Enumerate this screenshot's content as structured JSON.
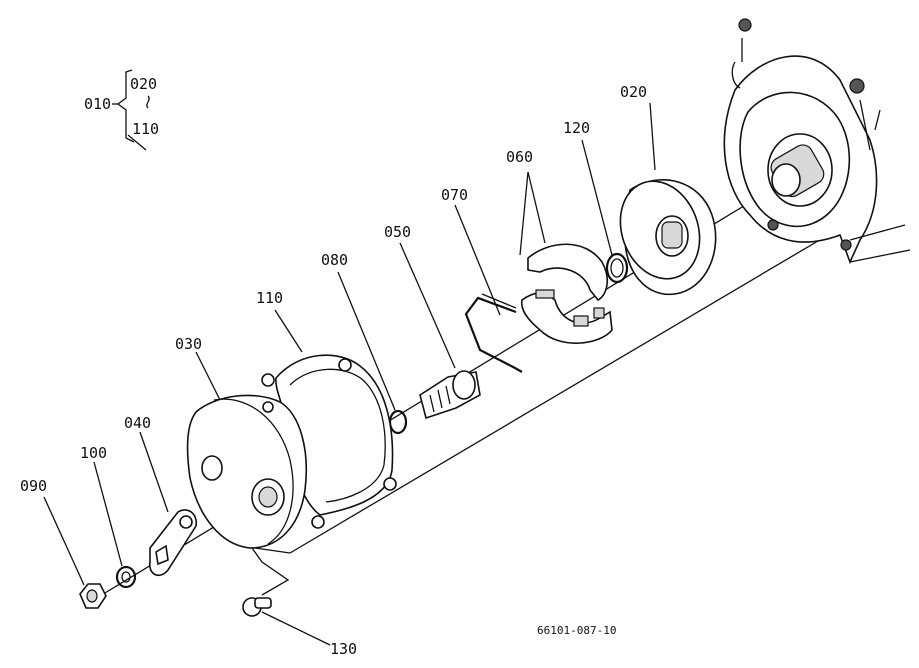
{
  "callouts": {
    "assembly": "010",
    "range_start": "020",
    "range_end": "110",
    "p020": "020",
    "p030": "030",
    "p040": "040",
    "p050": "050",
    "p060": "060",
    "p070": "070",
    "p080": "080",
    "p090": "090",
    "p100": "100",
    "p110": "110",
    "p120": "120",
    "p130": "130"
  },
  "drawing_number": "66101-087-10"
}
